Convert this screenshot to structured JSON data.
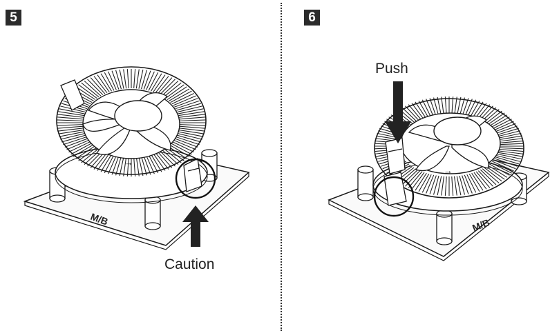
{
  "steps": [
    {
      "number": "5",
      "callout": "Caution",
      "board_label": "M/B",
      "arrow_direction": "up",
      "fan_brand_text": "→"
    },
    {
      "number": "6",
      "callout": "Push",
      "board_label": "M/B",
      "arrow_direction": "down",
      "fan_brand_text": "→"
    }
  ],
  "colors": {
    "line": "#1a1a1a",
    "arrow": "#222222",
    "badge": "#2b2b2b",
    "board": "#fafafa"
  }
}
